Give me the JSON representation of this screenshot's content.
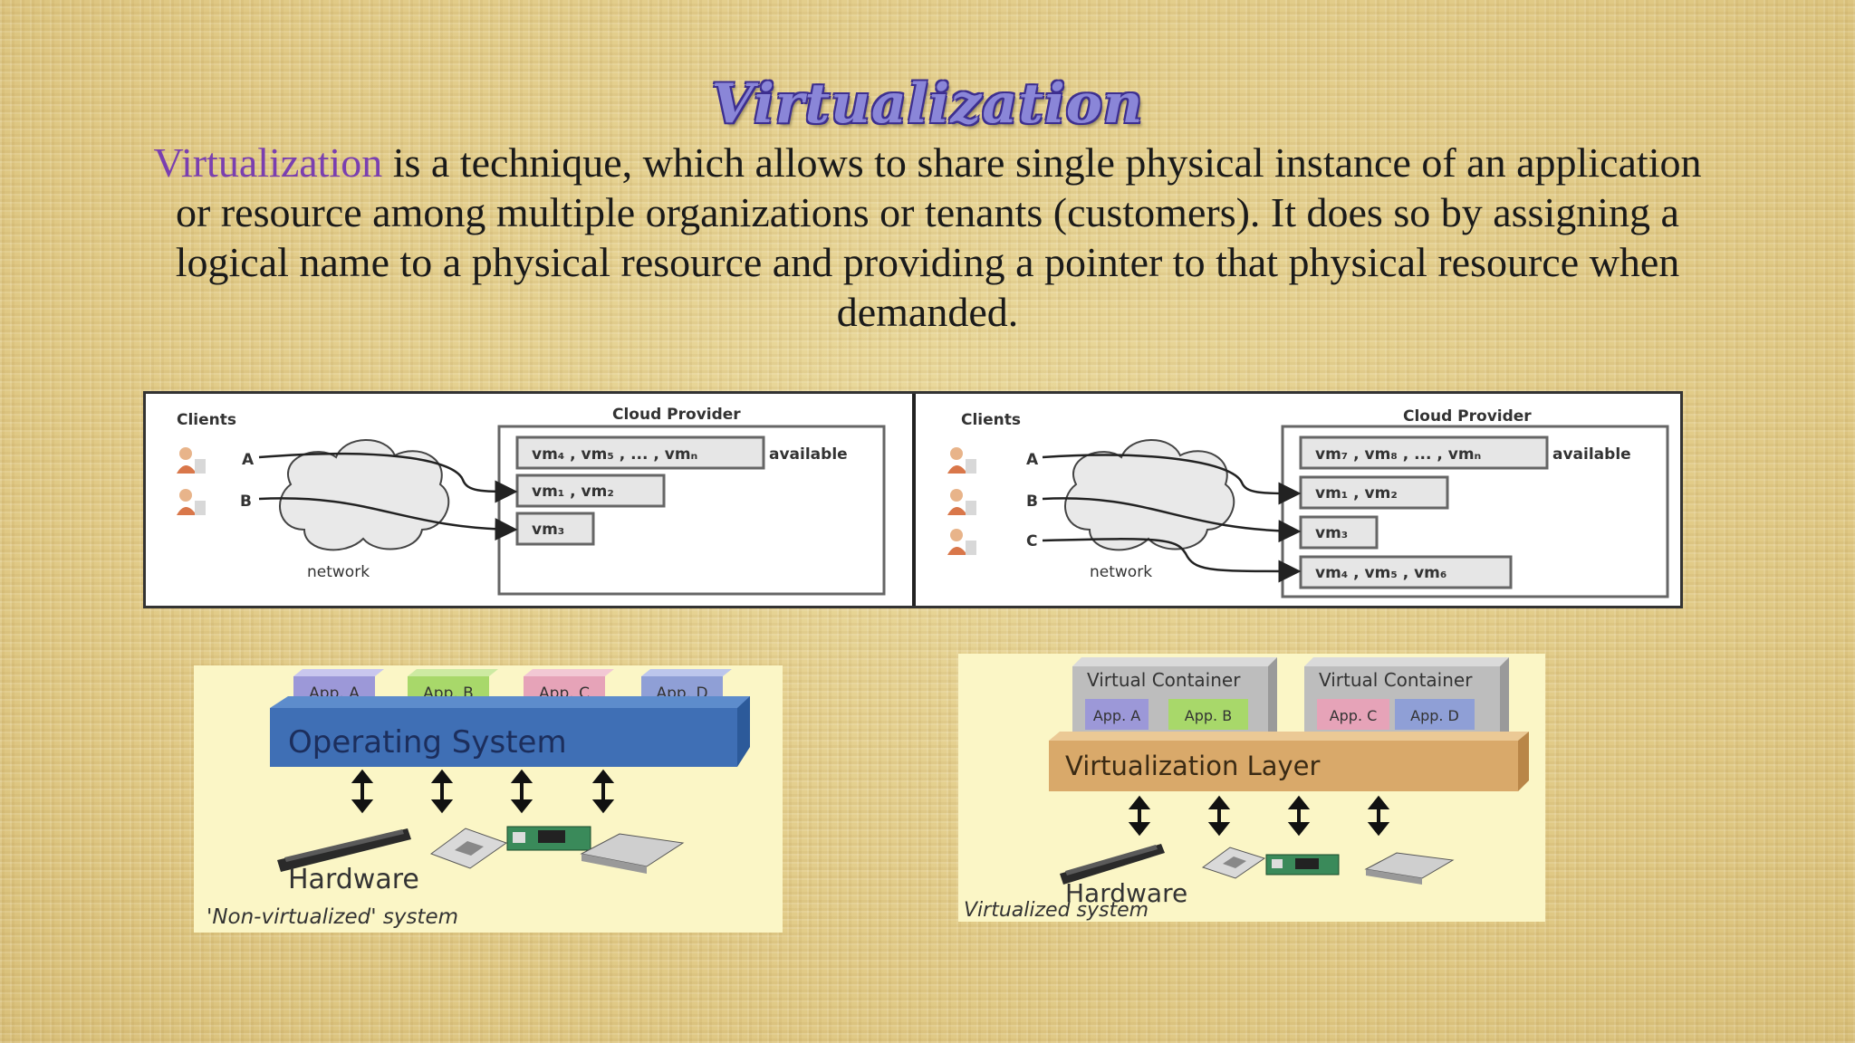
{
  "title": "Virtualization",
  "paragraph": {
    "keyword": "Virtualization",
    "text": " is a technique, which allows to share single physical instance of an application or resource among multiple organizations or tenants (customers). It does so by assigning a logical name to a physical resource and providing a pointer to that physical resource when demanded."
  },
  "cloud_diagram": {
    "left": {
      "clients_label": "Clients",
      "provider_label": "Cloud Provider",
      "network_label": "network",
      "clients": [
        "A",
        "B"
      ],
      "vm_available": "vm₄ , vm₅ , ... , vmₙ",
      "available_label": "available",
      "vm_boxes": [
        "vm₁ , vm₂",
        "vm₃"
      ]
    },
    "right": {
      "clients_label": "Clients",
      "provider_label": "Cloud Provider",
      "network_label": "network",
      "clients": [
        "A",
        "B",
        "C"
      ],
      "vm_available": "vm₇ , vm₈ , ... , vmₙ",
      "available_label": "available",
      "vm_boxes": [
        "vm₁ , vm₂",
        "vm₃",
        "vm₄ , vm₅ , vm₆"
      ]
    }
  },
  "non_virtualized": {
    "apps": [
      "App. A",
      "App. B",
      "App. C",
      "App. D"
    ],
    "os_label": "Operating System",
    "hardware_label": "Hardware",
    "caption": "'Non-virtualized' system"
  },
  "virtualized": {
    "containers": [
      {
        "label": "Virtual Container",
        "apps": [
          "App. A",
          "App. B"
        ]
      },
      {
        "label": "Virtual Container",
        "apps": [
          "App. C",
          "App. D"
        ]
      }
    ],
    "layer_label": "Virtualization Layer",
    "hardware_label": "Hardware",
    "caption": "Virtualized system"
  },
  "colors": {
    "title_fill": "#8a86d8",
    "keyword": "#7a3fb0",
    "os_bar": "#3f6fb5",
    "virt_layer": "#d9a96a",
    "app_a": "#9c98d8",
    "app_b": "#a8d86a",
    "app_c": "#e6a3b8",
    "app_d": "#8f9fd6",
    "panel_bg": "#fbf6c6"
  }
}
